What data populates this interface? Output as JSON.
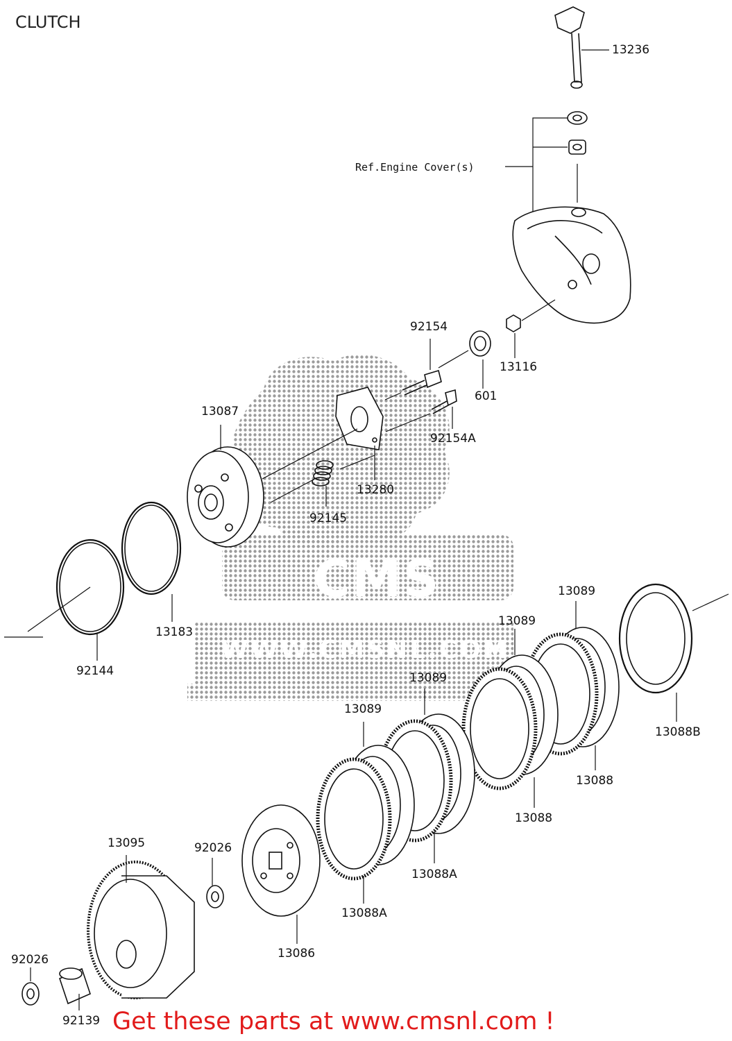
{
  "title": "CLUTCH",
  "watermark": {
    "logo_text": "CMS",
    "banner_text": "WWW.CMSNL.COM"
  },
  "ref_note": "Ref.Engine Cover(s)",
  "parts": {
    "p13236": "13236",
    "p92154": "92154",
    "p601": "601",
    "p13116": "13116",
    "p92154A": "92154A",
    "p13087": "13087",
    "p13280": "13280",
    "p92145": "92145",
    "p13183": "13183",
    "p92144": "92144",
    "p13089a": "13089",
    "p13089b": "13089",
    "p13089c": "13089",
    "p13089d": "13089",
    "p13088B": "13088B",
    "p13088a": "13088",
    "p13088b": "13088",
    "p13088Aa": "13088A",
    "p13088Ab": "13088A",
    "p13095": "13095",
    "p92026a": "92026",
    "p92026b": "92026",
    "p13086": "13086",
    "p92139": "92139"
  },
  "promo": "Get these parts at www.cmsnl.com !",
  "colors": {
    "line": "#111111",
    "promo": "#e21b1b",
    "watermark": "#8a8a8a"
  }
}
